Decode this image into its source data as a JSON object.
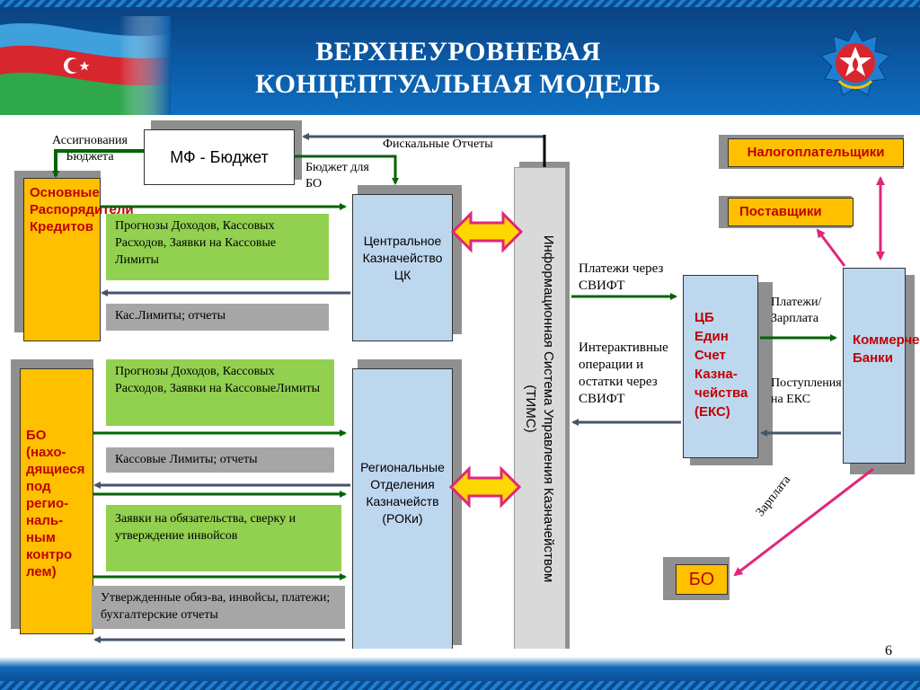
{
  "title": {
    "line1": "ВЕРХНЕУРОВНЕВАЯ",
    "line2": "КОНЦЕПТУАЛЬНАЯ МОДЕЛЬ"
  },
  "page_number": "6",
  "nodes": {
    "mf_budget": "МФ - Бюджет",
    "main_managers": "Основные Распорядители Кредитов",
    "central_treasury": "Центральное Казначейство ЦК",
    "bo_regional": "БО (нахо-дящиеся под регио-наль-ным контро лем)",
    "regional_treasury": "Региональные Отделения Казначейств (РОКи)",
    "tims_line1": "Информационная Система Управления Казначейством",
    "tims_line2": "(ТИМС)",
    "cb_tsa": "ЦБ Един Счет Казна-чейства (ЕКС)",
    "taxpayers": "Налогоплательщики",
    "suppliers": "Поставщики",
    "commercial_banks": "Коммерческие Банки",
    "bo": "БО"
  },
  "labels": {
    "appropriations": "Ассигнования Бюджета",
    "fiscal_reports": "Фискальные Отчеты",
    "budget_for_bo": "Бюджет для БО",
    "forecasts_central": "Прогнозы Доходов, Кассовых Расходов, Заявки на Кассовые Лимиты",
    "limits_reports_central": "Кас.Лимиты; отчеты",
    "forecasts_regional": "Прогнозы Доходов, Кассовых Расходов, Заявки на КассовыеЛимиты",
    "limits_reports_regional": "Кассовые Лимиты; отчеты",
    "commitments": "Заявки на обязательства, сверку и утверждение инвойсов",
    "approved": "Утвержденные обяз-ва, инвойсы, платежи; бухгалтерские отчеты",
    "payments_swift": "Платежи через СВИФТ",
    "interactive_ops": "Интерактивные операции и остатки через СВИФТ",
    "payments_salary": "Платежи/ Зарплата",
    "receipts_tsa": "Поступления на ЕКС",
    "salary": "Зарплата"
  },
  "colors": {
    "header": "#0b5aa6",
    "orange_box": "#ffc000",
    "blue_box": "#bdd7ee",
    "green_box": "#92d050",
    "gray_box": "#a6a6a6",
    "green_arrow": "#006400",
    "gray_arrow": "#44546a",
    "pink_arrow": "#e0267a"
  }
}
